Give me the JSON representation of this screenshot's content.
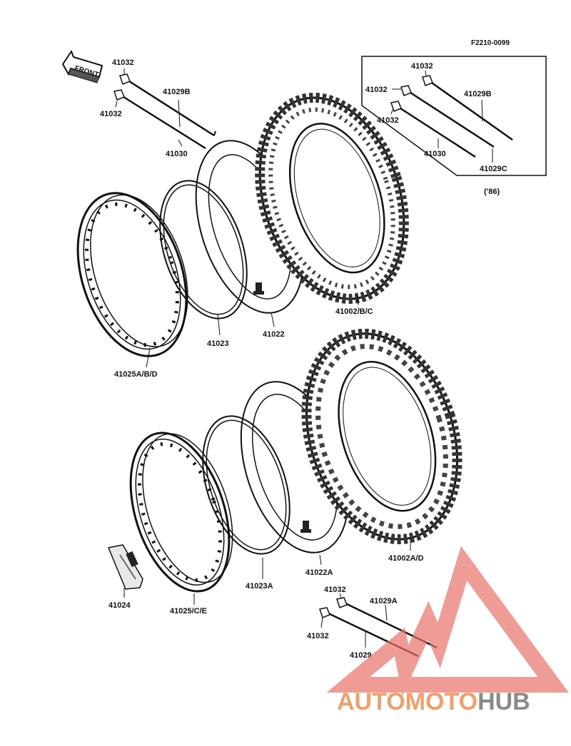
{
  "figure_code": "F2210-0099",
  "front_arrow_label": "FRONT",
  "callouts": {
    "top_rim": "41025A/B/D",
    "top_rim_band": "41023",
    "top_tube": "41022",
    "top_tire": "41002/B/C",
    "top_spoke_a": "41032",
    "top_spoke_b": "41032",
    "top_spoke_long": "41029B",
    "top_spoke_short": "41030",
    "inset_nipple_a": "41032",
    "inset_nipple_b": "41032",
    "inset_nipple_c": "41032",
    "inset_spoke_long": "41029B",
    "inset_spoke_short": "41030",
    "inset_spoke_c": "41029C",
    "inset_year": "('86)",
    "bottom_rim": "41025/C/E",
    "bottom_rim_band": "41023A",
    "bottom_tube": "41022A",
    "bottom_tire": "41002A/D",
    "rim_lock": "41024",
    "bottom_nipple_a": "41032",
    "bottom_nipple_b": "41032",
    "bottom_spoke_long": "41029A",
    "bottom_spoke_short": "41029"
  },
  "watermark": {
    "brand_part1": "AUTOMOTO",
    "brand_part2": "HUB",
    "color_main": "#f0a06a",
    "color_hub": "#8a8a8a",
    "color_logo": "#e8706a"
  }
}
